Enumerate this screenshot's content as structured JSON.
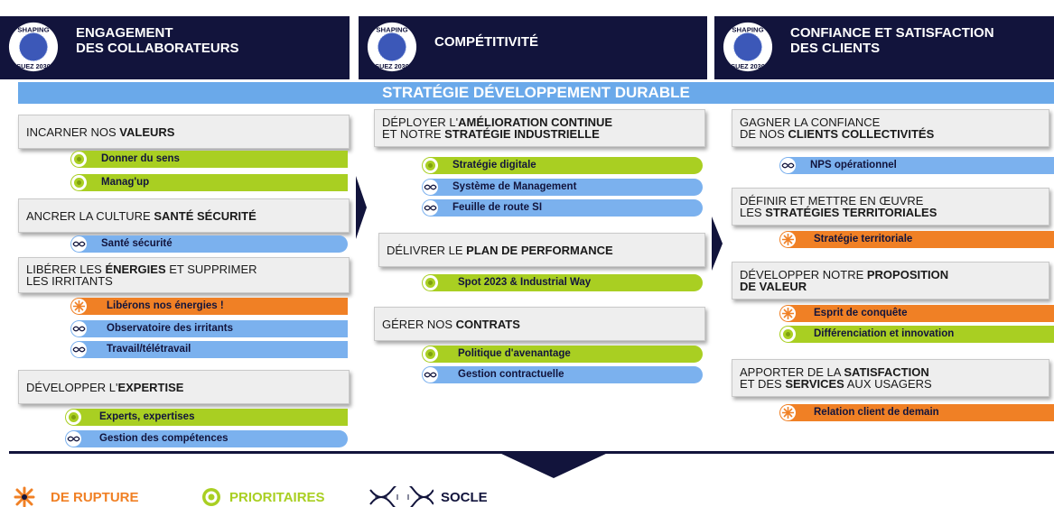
{
  "seal": {
    "top": "SHAPING",
    "bottom": "SUEZ 2030"
  },
  "headers": [
    {
      "title": "ENGAGEMENT\nDES COLLABORATEURS"
    },
    {
      "title": "COMPÉTITIVITÉ"
    },
    {
      "title": "CONFIANCE ET SATISFACTION\nDES CLIENTS"
    }
  ],
  "band": {
    "title": "STRATÉGIE DÉVELOPPEMENT DURABLE"
  },
  "columns": [
    {
      "objectives": [
        {
          "parts": [
            "INCARNER NOS ",
            "VALEURS"
          ]
        },
        {
          "parts": [
            "ANCRER LA CULTURE ",
            "SANTÉ SÉCURITÉ"
          ]
        },
        {
          "parts": [
            "LIBÉRER LES ",
            "ÉNERGIES",
            " ET SUPPRIMER"
          ],
          "line2": [
            "LES IRRITANTS"
          ]
        },
        {
          "parts": [
            "DÉVELOPPER L'",
            "EXPERTISE"
          ]
        }
      ],
      "initiatives": [
        {
          "label": "Donner du sens",
          "type": "prioritaire"
        },
        {
          "label": "Manag'up",
          "type": "prioritaire"
        },
        {
          "label": "Santé sécurité",
          "type": "socle"
        },
        {
          "label": "Libérons nos énergies !",
          "type": "rupture"
        },
        {
          "label": "Observatoire des irritants",
          "type": "socle"
        },
        {
          "label": "Travail/télétravail",
          "type": "socle"
        },
        {
          "label": "Experts, expertises",
          "type": "prioritaire"
        },
        {
          "label": "Gestion des compétences",
          "type": "socle"
        }
      ]
    },
    {
      "objectives": [
        {
          "parts": [
            "DÉPLOYER L'",
            "AMÉLIORATION CONTINUE"
          ],
          "line2": [
            "ET NOTRE ",
            "STRATÉGIE INDUSTRIELLE"
          ]
        },
        {
          "parts": [
            "DÉLIVRER LE ",
            "PLAN DE PERFORMANCE"
          ]
        },
        {
          "parts": [
            "GÉRER NOS ",
            "CONTRATS"
          ]
        }
      ],
      "initiatives": [
        {
          "label": "Stratégie digitale",
          "type": "prioritaire"
        },
        {
          "label": "Système de Management",
          "type": "socle"
        },
        {
          "label": "Feuille de route SI",
          "type": "socle"
        },
        {
          "label": "Spot 2023 & Industrial Way",
          "type": "prioritaire"
        },
        {
          "label": "Politique d'avenantage",
          "type": "prioritaire"
        },
        {
          "label": "Gestion contractuelle",
          "type": "socle"
        }
      ]
    },
    {
      "objectives": [
        {
          "parts": [
            "GAGNER LA CONFIANCE"
          ],
          "line2": [
            "DE NOS ",
            "CLIENTS COLLECTIVITÉS"
          ]
        },
        {
          "parts": [
            "DÉFINIR ET METTRE EN ŒUVRE"
          ],
          "line2": [
            "LES ",
            "STRATÉGIES TERRITORIALES"
          ]
        },
        {
          "parts": [
            "DÉVELOPPER NOTRE ",
            "PROPOSITION"
          ],
          "line2": [
            "DE VALEUR"
          ]
        },
        {
          "parts": [
            "APPORTER DE LA ",
            "SATISFACTION"
          ],
          "line2": [
            "ET DES ",
            "SERVICES",
            " AUX USAGERS"
          ]
        }
      ],
      "initiatives": [
        {
          "label": "NPS opérationnel",
          "type": "socle"
        },
        {
          "label": "Stratégie territoriale",
          "type": "rupture"
        },
        {
          "label": "Esprit de conquête",
          "type": "rupture"
        },
        {
          "label": "Différenciation et innovation",
          "type": "prioritaire"
        },
        {
          "label": "Relation client de demain",
          "type": "rupture"
        }
      ]
    }
  ],
  "legend": [
    {
      "label": "DE RUPTURE",
      "color": "#f08025",
      "icon": "burst-icon"
    },
    {
      "label": "PRIORITAIRES",
      "color": "#a9cf22",
      "icon": "target-icon"
    },
    {
      "label": "SOCLE",
      "color": "#12143c",
      "icon": "dna-icon"
    }
  ],
  "colors": {
    "navy": "#12143c",
    "green": "#a9cf22",
    "blue": "#7bb1ee",
    "orange": "#f08025",
    "band": "#6aa9ea"
  }
}
